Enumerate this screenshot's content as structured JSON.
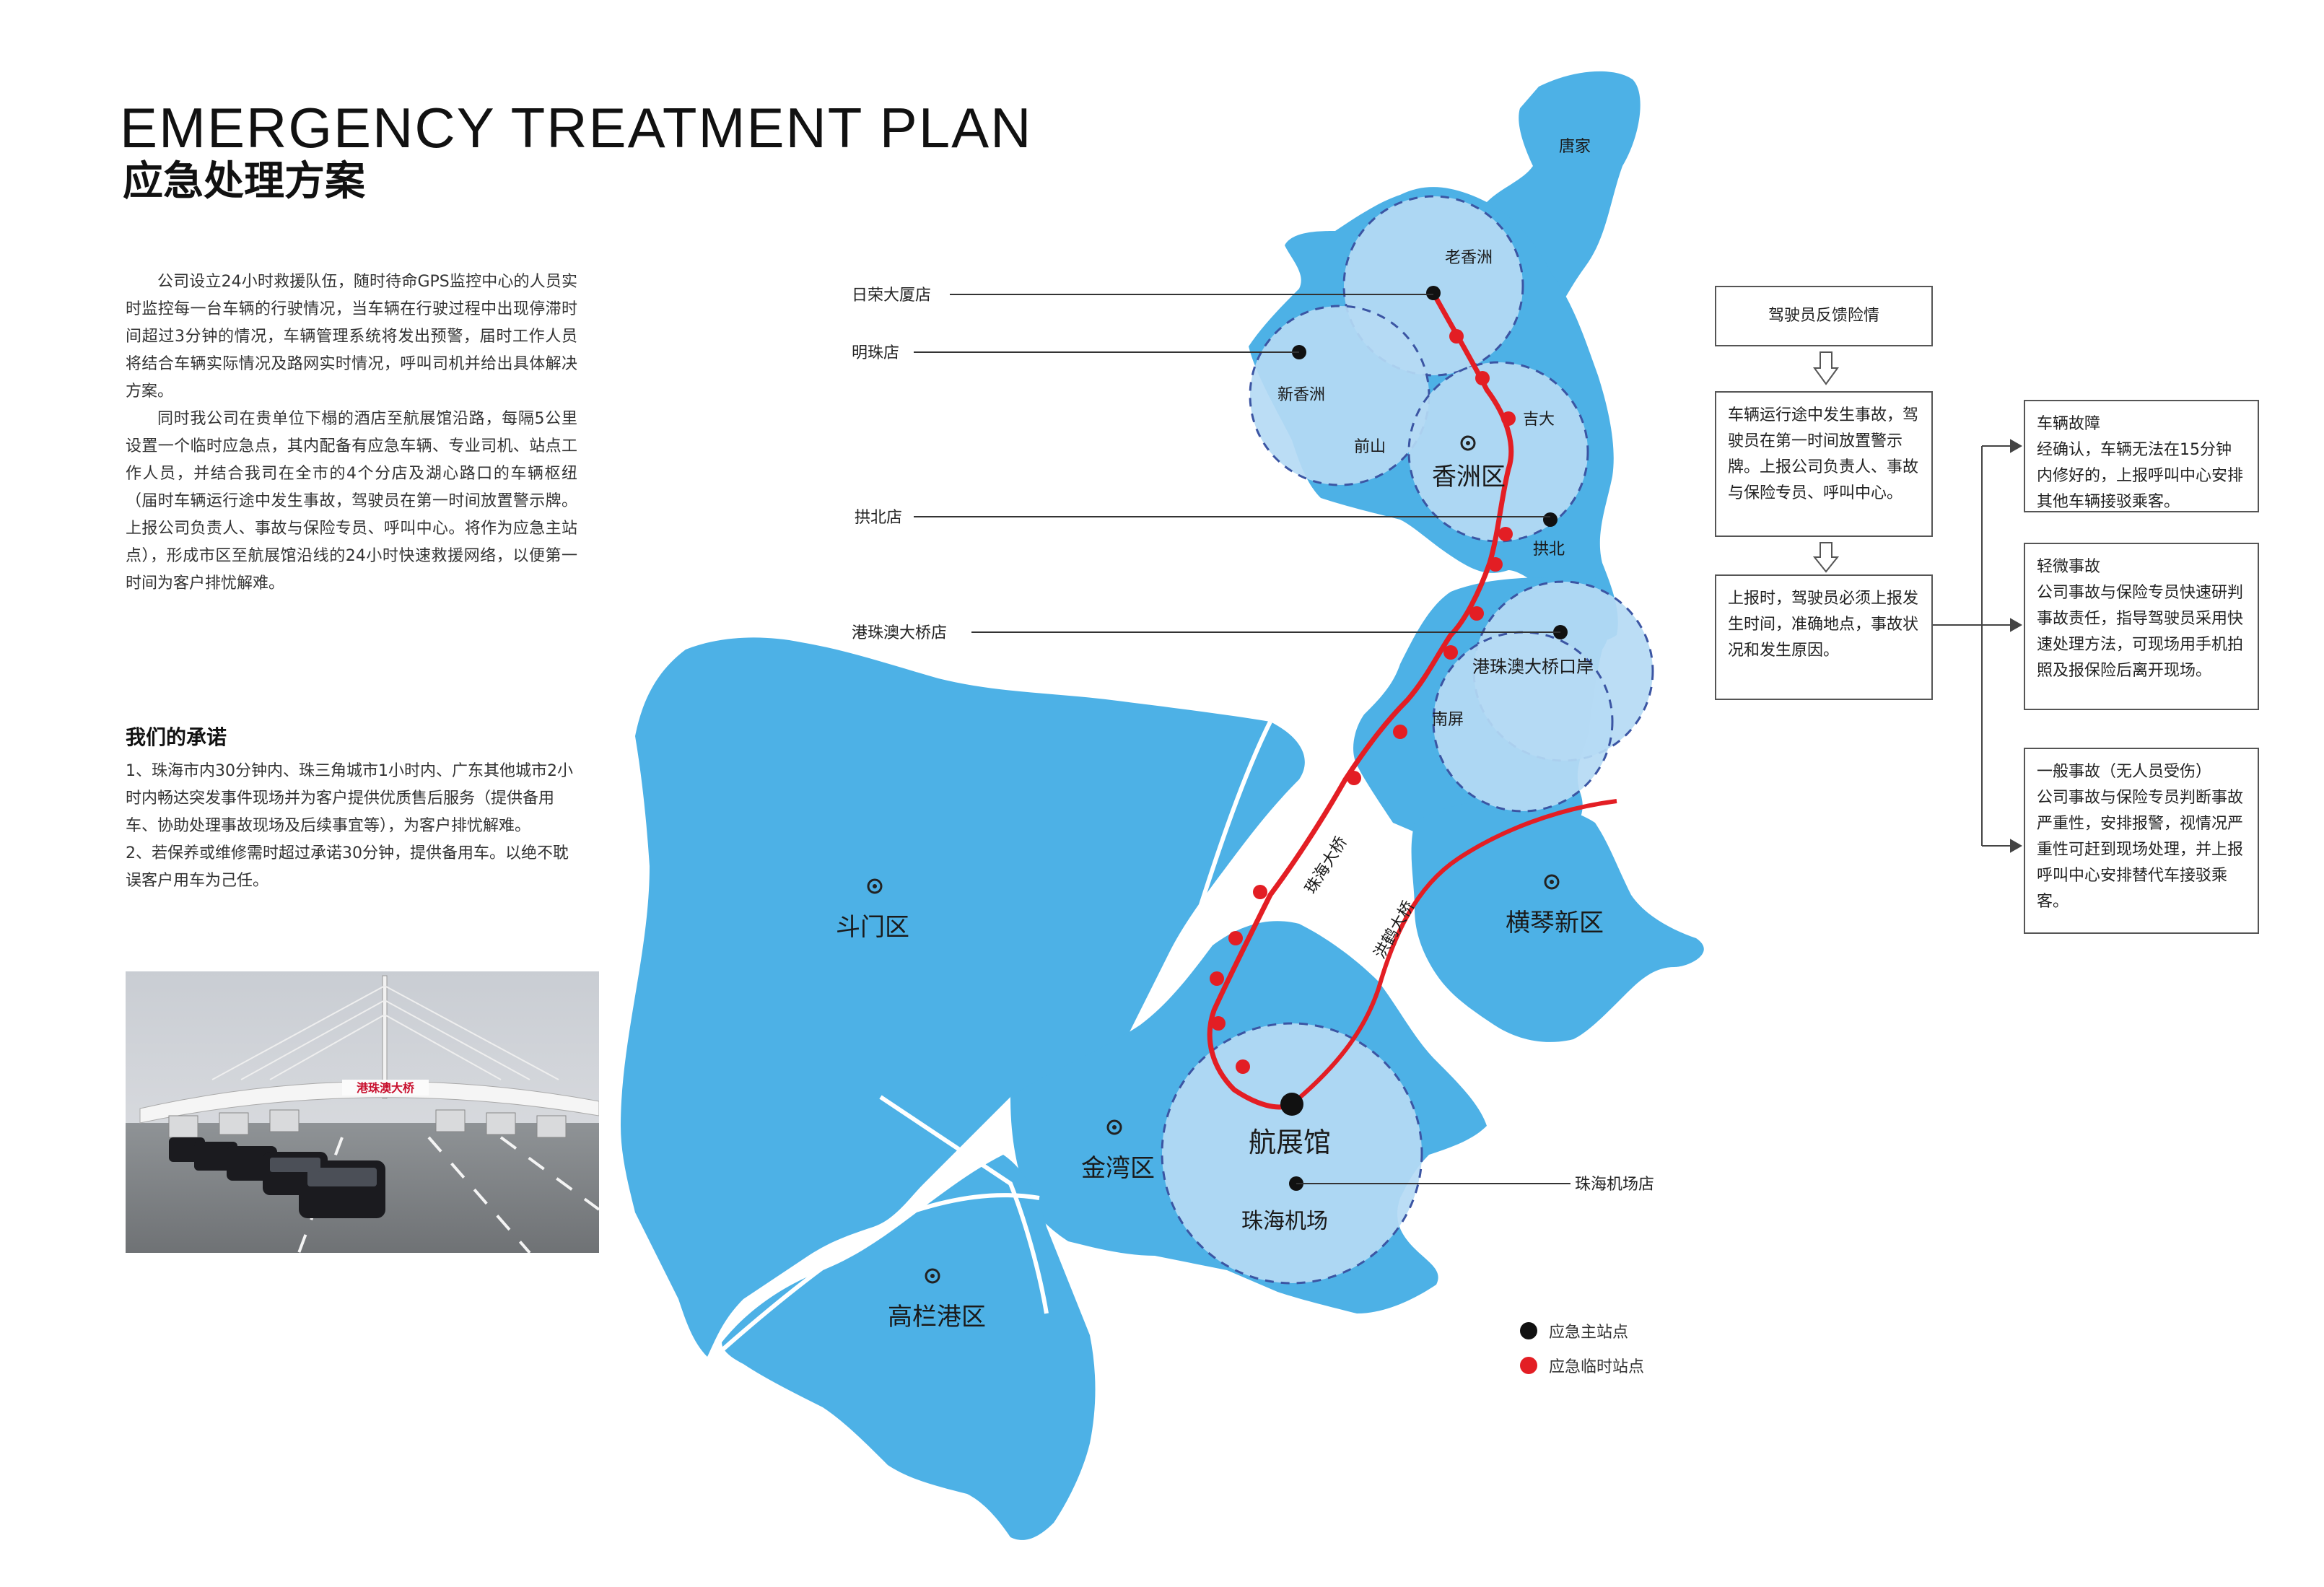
{
  "header": {
    "title_en": "EMERGENCY TREATMENT PLAN",
    "title_cn": "应急处理方案"
  },
  "intro": {
    "p1": "公司设立24小时救援队伍，随时待命GPS监控中心的人员实时监控每一台车辆的行驶情况，当车辆在行驶过程中出现停滞时间超过3分钟的情况，车辆管理系统将发出预警，届时工作人员将结合车辆实际情况及路网实时情况，呼叫司机并给出具体解决方案。",
    "p2": "同时我公司在贵单位下榻的酒店至航展馆沿路，每隔5公里设置一个临时应急点，其内配备有应急车辆、专业司机、站点工作人员，并结合我司在全市的4个分店及湖心路口的车辆枢纽（届时车辆运行途中发生事故，驾驶员在第一时间放置警示牌。上报公司负责人、事故与保险专员、呼叫中心。将作为应急主站点），形成市区至航展馆沿线的24小时快速救援网络，以便第一时间为客户排忧解难。"
  },
  "promise": {
    "title": "我们的承诺",
    "item1": "1、珠海市内30分钟内、珠三角城市1小时内、广东其他城市2小时内畅达突发事件现场并为客户提供优质售后服务（提供备用车、协助处理事故现场及后续事宜等），为客户排忧解难。",
    "item2": "2、若保养或维修需时超过承诺30分钟，提供备用车。以绝不耽误客户用车为己任。"
  },
  "photo": {
    "gate_sign": "港珠澳大桥"
  },
  "map": {
    "districts": {
      "tangjia": "唐家",
      "laoxiangzhou": "老香洲",
      "xinxiangzhou": "新香洲",
      "qianshan": "前山",
      "xiangzhou": "香洲区",
      "jida": "吉大",
      "gongbei": "拱北",
      "port": "港珠澳大桥口岸",
      "nanping": "南屏",
      "doumen": "斗门区",
      "hengqin": "横琴新区",
      "jinwan": "金湾区",
      "gaolangang": "高栏港区",
      "expo": "航展馆",
      "airport": "珠海机场"
    },
    "stores": {
      "rirong": "日荣大厦店",
      "mingzhu": "明珠店",
      "gongbei": "拱北店",
      "bridge": "港珠澳大桥店",
      "airport": "珠海机场店"
    },
    "roads": {
      "zhuhai_bridge": "珠海大桥",
      "honghe_bridge": "洪鹤大桥"
    },
    "colors": {
      "land": "#4db1e6",
      "circle_fill": "#b5daf4",
      "route": "#e31e24",
      "circle_stroke": "#3b55a3"
    }
  },
  "legend": {
    "main": "应急主站点",
    "temp": "应急临时站点",
    "main_color": "#111111",
    "temp_color": "#e31e24"
  },
  "flow": {
    "start": "驾驶员反馈险情",
    "step1": "车辆运行途中发生事故，驾驶员在第一时间放置警示牌。上报公司负责人、事故与保险专员、呼叫中心。",
    "step2": "上报时，驾驶员必须上报发生时间，准确地点，事故状况和发生原因。",
    "b1_title": "车辆故障",
    "b1_text": "经确认，车辆无法在15分钟内修好的，上报呼叫中心安排其他车辆接驳乘客。",
    "b2_title": "轻微事故",
    "b2_text": "公司事故与保险专员快速研判事故责任，指导驾驶员采用快速处理方法，可现场用手机拍照及报保险后离开现场。",
    "b3_title": "一般事故（无人员受伤）",
    "b3_text": "公司事故与保险专员判断事故严重性，安排报警，视情况严重性可赶到现场处理，并上报呼叫中心安排替代车接驳乘客。"
  }
}
